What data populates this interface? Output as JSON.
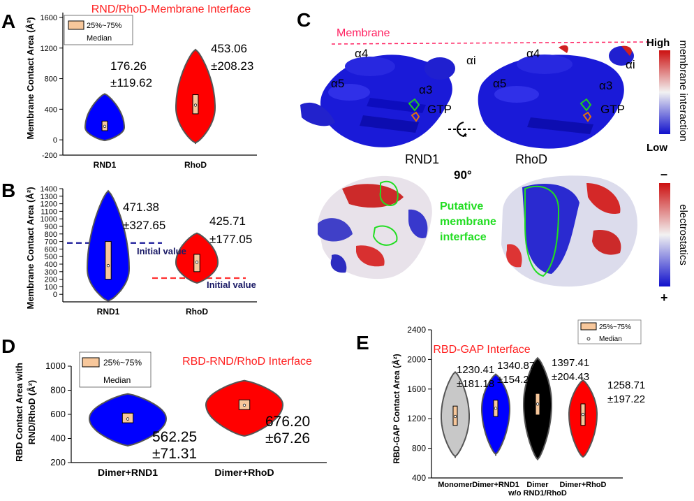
{
  "colors": {
    "blue": "#0000ff",
    "red": "#ff0000",
    "gray": "#c8c8c8",
    "black": "#000000",
    "box": "#f7c79b",
    "title": "#ff2020",
    "green": "#22dd22"
  },
  "panel_letters": {
    "a": "A",
    "b": "B",
    "c": "C",
    "d": "D",
    "e": "E"
  },
  "chart_data": [
    {
      "panel": "A",
      "type": "violin",
      "title": "RND/RhoD-Membrane Interface",
      "ylabel": "Membrane Contact Area (Å²)",
      "ylim": [
        -200,
        1600
      ],
      "yticks": [
        -200,
        0,
        400,
        800,
        1200,
        1600
      ],
      "categories": [
        "RND1",
        "RhoD"
      ],
      "violins": [
        {
          "name": "RND1",
          "color": "#0000ff",
          "min": -10,
          "max": 600,
          "q1": 120,
          "median": 176,
          "q3": 245,
          "peak": 160,
          "annotation": [
            "176.26",
            "±119.62"
          ]
        },
        {
          "name": "RhoD",
          "color": "#ff0000",
          "min": -40,
          "max": 1180,
          "q1": 340,
          "median": 453,
          "q3": 590,
          "peak": 420,
          "annotation": [
            "453.06",
            "±208.23"
          ]
        }
      ],
      "legend": [
        "25%~75%",
        "Median"
      ]
    },
    {
      "panel": "B",
      "type": "violin",
      "ylabel": "Membrane Contact Area (Å²)",
      "ylim": [
        -100,
        1400
      ],
      "yticks": [
        0,
        100,
        200,
        300,
        400,
        500,
        600,
        700,
        800,
        900,
        1000,
        1100,
        1200,
        1300,
        1400
      ],
      "categories": [
        "RND1",
        "RhoD"
      ],
      "violins": [
        {
          "name": "RND1",
          "color": "#0000ff",
          "min": -90,
          "max": 1370,
          "q1": 200,
          "median": 380,
          "q3": 700,
          "peak": 330,
          "annotation": [
            "471.38",
            "±327.65"
          ]
        },
        {
          "name": "RhoD",
          "color": "#ff0000",
          "min": 150,
          "max": 810,
          "q1": 300,
          "median": 425,
          "q3": 530,
          "peak": 420,
          "annotation": [
            "425.71",
            "±177.05"
          ]
        }
      ],
      "reference_lines": [
        {
          "value": 680,
          "color": "#1a1a99",
          "label": "Initial value",
          "series": "RND1"
        },
        {
          "value": 215,
          "color": "#ff3030",
          "label": "Initial value",
          "series": "RhoD"
        }
      ]
    },
    {
      "panel": "D",
      "type": "violin",
      "title": "RBD-RND/RhoD Interface",
      "ylabel": [
        "RBD Contact Area with",
        "RND/RhoD (Å²)"
      ],
      "ylim": [
        200,
        1000
      ],
      "yticks": [
        200,
        400,
        600,
        800,
        1000
      ],
      "categories": [
        "Dimer+RND1",
        "Dimer+RhoD"
      ],
      "violins": [
        {
          "name": "Dimer+RND1",
          "color": "#0000ff",
          "min": 340,
          "max": 770,
          "q1": 530,
          "median": 562,
          "q3": 610,
          "peak": 565,
          "annotation": [
            "562.25",
            "±71.31"
          ]
        },
        {
          "name": "Dimer+RhoD",
          "color": "#ff0000",
          "min": 420,
          "max": 880,
          "q1": 640,
          "median": 676,
          "q3": 720,
          "peak": 680,
          "annotation": [
            "676.20",
            "±67.26"
          ]
        }
      ],
      "legend": [
        "25%~75%",
        "Median"
      ]
    },
    {
      "panel": "E",
      "type": "violin",
      "title": "RBD-GAP Interface",
      "ylabel": "RBD-GAP Contact Area (Å²)",
      "ylim": [
        400,
        2400
      ],
      "yticks": [
        400,
        800,
        1200,
        1600,
        2000,
        2400
      ],
      "categories": [
        "Monomer",
        "Dimer+RND1",
        "Dimer",
        "Dimer+RhoD"
      ],
      "category_sublabels": [
        "",
        "",
        "w/o RND1/RhoD",
        ""
      ],
      "violins": [
        {
          "name": "Monomer",
          "color": "#c8c8c8",
          "min": 690,
          "max": 1830,
          "q1": 1110,
          "median": 1230,
          "q3": 1370,
          "peak": 1230
        },
        {
          "name": "Dimer+RND1",
          "color": "#0000ff",
          "min": 720,
          "max": 1800,
          "q1": 1230,
          "median": 1340,
          "q3": 1450,
          "peak": 1340
        },
        {
          "name": "Dimer",
          "color": "#000000",
          "min": 650,
          "max": 2020,
          "q1": 1250,
          "median": 1397,
          "q3": 1540,
          "peak": 1400
        },
        {
          "name": "Dimer+RhoD",
          "color": "#ff0000",
          "min": 680,
          "max": 1720,
          "q1": 1110,
          "median": 1258,
          "q3": 1400,
          "peak": 1260
        }
      ],
      "annotations": [
        [
          "1230.41",
          "±181.18"
        ],
        [
          "1340.87",
          "±154.27"
        ],
        [
          "1397.41",
          "±204.43"
        ],
        [
          "1258.71",
          "±197.22"
        ]
      ],
      "legend": [
        "25%~75%",
        "Median"
      ]
    }
  ],
  "panel_c": {
    "membrane_label": "Membrane",
    "helix_labels": {
      "a4": "α4",
      "ai": "αi",
      "a5": "α5",
      "a3": "α3"
    },
    "gtp": "GTP",
    "protein_names": [
      "RND1",
      "RhoD"
    ],
    "rotation": "90°",
    "scale1": {
      "high": "High",
      "low": "Low",
      "title": "membrane interaction"
    },
    "scale2": {
      "minus": "–",
      "plus": "+",
      "title": "electrostatics"
    },
    "putative": [
      "Putative",
      "membrane",
      "interface"
    ]
  }
}
